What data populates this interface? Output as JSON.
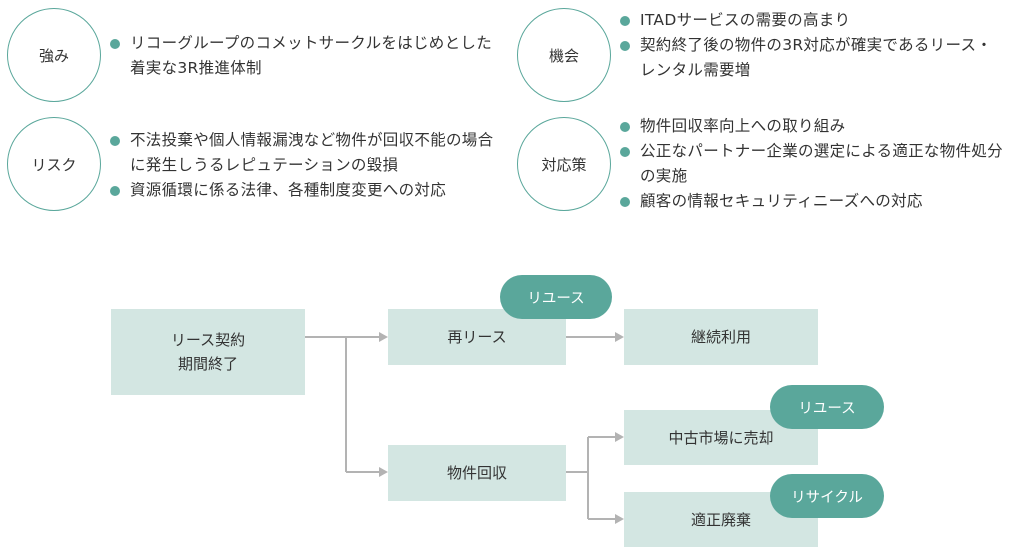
{
  "swot": {
    "strength": {
      "label": "強み",
      "items": [
        "リコーグループのコメットサークルをはじめとした着実な3R推進体制"
      ]
    },
    "opportunity": {
      "label": "機会",
      "items": [
        "ITADサービスの需要の高まり",
        "契約終了後の物件の3R対応が確実であるリース・レンタル需要増"
      ]
    },
    "risk": {
      "label": "リスク",
      "items": [
        "不法投棄や個人情報漏洩など物件が回収不能の場合に発生しうるレピュテーションの毀損",
        "資源循環に係る法律、各種制度変更への対応"
      ]
    },
    "response": {
      "label": "対応策",
      "items": [
        "物件回収率向上への取り組み",
        "公正なパートナー企業の選定による適正な物件処分の実施",
        "顧客の情報セキュリティニーズへの対応"
      ]
    }
  },
  "flow": {
    "lease_end": "リース契約\n期間終了",
    "re_lease": "再リース",
    "continue_use": "継続利用",
    "collection": "物件回収",
    "resale": "中古市場に売却",
    "disposal": "適正廃棄",
    "tag_reuse_1": "リユース",
    "tag_reuse_2": "リユース",
    "tag_recycle": "リサイクル"
  },
  "colors": {
    "accent": "#5aa79b",
    "box": "#d3e6e2",
    "connector": "#b3b3b3"
  }
}
